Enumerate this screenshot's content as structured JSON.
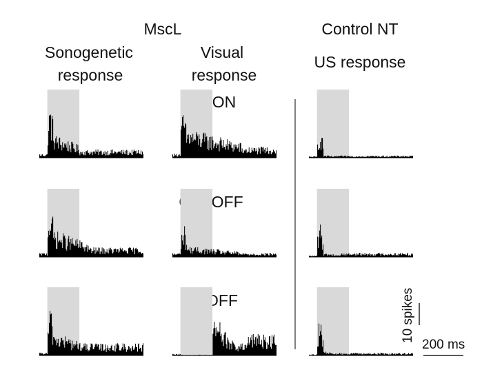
{
  "headers": {
    "group_mscl": "MscL",
    "group_control": "Control NT",
    "col_sono_line1": "Sonogenetic",
    "col_sono_line2": "response",
    "col_visual_line1": "Visual",
    "col_visual_line2": "response",
    "col_us": "US response"
  },
  "scale_bar": {
    "y_label": "10 spikes",
    "x_label": "200 ms",
    "y_value_spikes": 10,
    "x_value_ms": 200
  },
  "chart_data": {
    "type": "histogram",
    "description_of_axes": "PSTH, x = time (ms), y = spike count per bin",
    "stimulus_window_ms": [
      0,
      200
    ],
    "time_range_ms": [
      -50,
      600
    ],
    "colors": {
      "bars": "#000000",
      "stimulus_shade": "#d9d9d9",
      "divider": "#555555"
    },
    "panels": [
      {
        "row": 1,
        "column": "Sonogenetic response",
        "label": "",
        "envelope": {
          "onset_peak": 20,
          "sustain": 9,
          "sustain_end_ms": 200,
          "baseline": 1.5,
          "post_level": 3
        }
      },
      {
        "row": 1,
        "column": "Visual response",
        "label": "ON",
        "envelope": {
          "onset_peak": 17,
          "sustain": 11,
          "sustain_end_ms": 380,
          "baseline": 1.5,
          "post_level": 4
        }
      },
      {
        "row": 1,
        "column": "US response",
        "label": "",
        "envelope": {
          "onset_peak": 10,
          "sustain": 1,
          "sustain_end_ms": 120,
          "baseline": 0.5,
          "post_level": 0.8
        }
      },
      {
        "row": 2,
        "column": "Sonogenetic response",
        "label": "",
        "envelope": {
          "onset_peak": 20,
          "sustain": 10,
          "sustain_end_ms": 260,
          "baseline": 1.5,
          "post_level": 3.5
        }
      },
      {
        "row": 2,
        "column": "Visual response",
        "label": "ON–OFF",
        "envelope": {
          "onset_peak": 12,
          "sustain": 4,
          "sustain_end_ms": 360,
          "baseline": 1.5,
          "post_level": 1.5
        }
      },
      {
        "row": 2,
        "column": "US response",
        "label": "",
        "envelope": {
          "onset_peak": 12,
          "sustain": 1.5,
          "sustain_end_ms": 150,
          "baseline": 0.5,
          "post_level": 1.5
        }
      },
      {
        "row": 3,
        "column": "Sonogenetic response",
        "label": "",
        "envelope": {
          "onset_peak": 17,
          "sustain": 9,
          "sustain_end_ms": 230,
          "baseline": 1,
          "post_level": 4.5
        }
      },
      {
        "row": 3,
        "column": "Visual response",
        "label": "OFF",
        "envelope": {
          "onset_peak": 1,
          "sustain": 8,
          "sustain_end_ms": 420,
          "baseline": 0.5,
          "post_level": 8
        }
      },
      {
        "row": 3,
        "column": "US response",
        "label": "",
        "envelope": {
          "onset_peak": 13,
          "sustain": 1.5,
          "sustain_end_ms": 120,
          "baseline": 0.5,
          "post_level": 1
        }
      }
    ]
  }
}
